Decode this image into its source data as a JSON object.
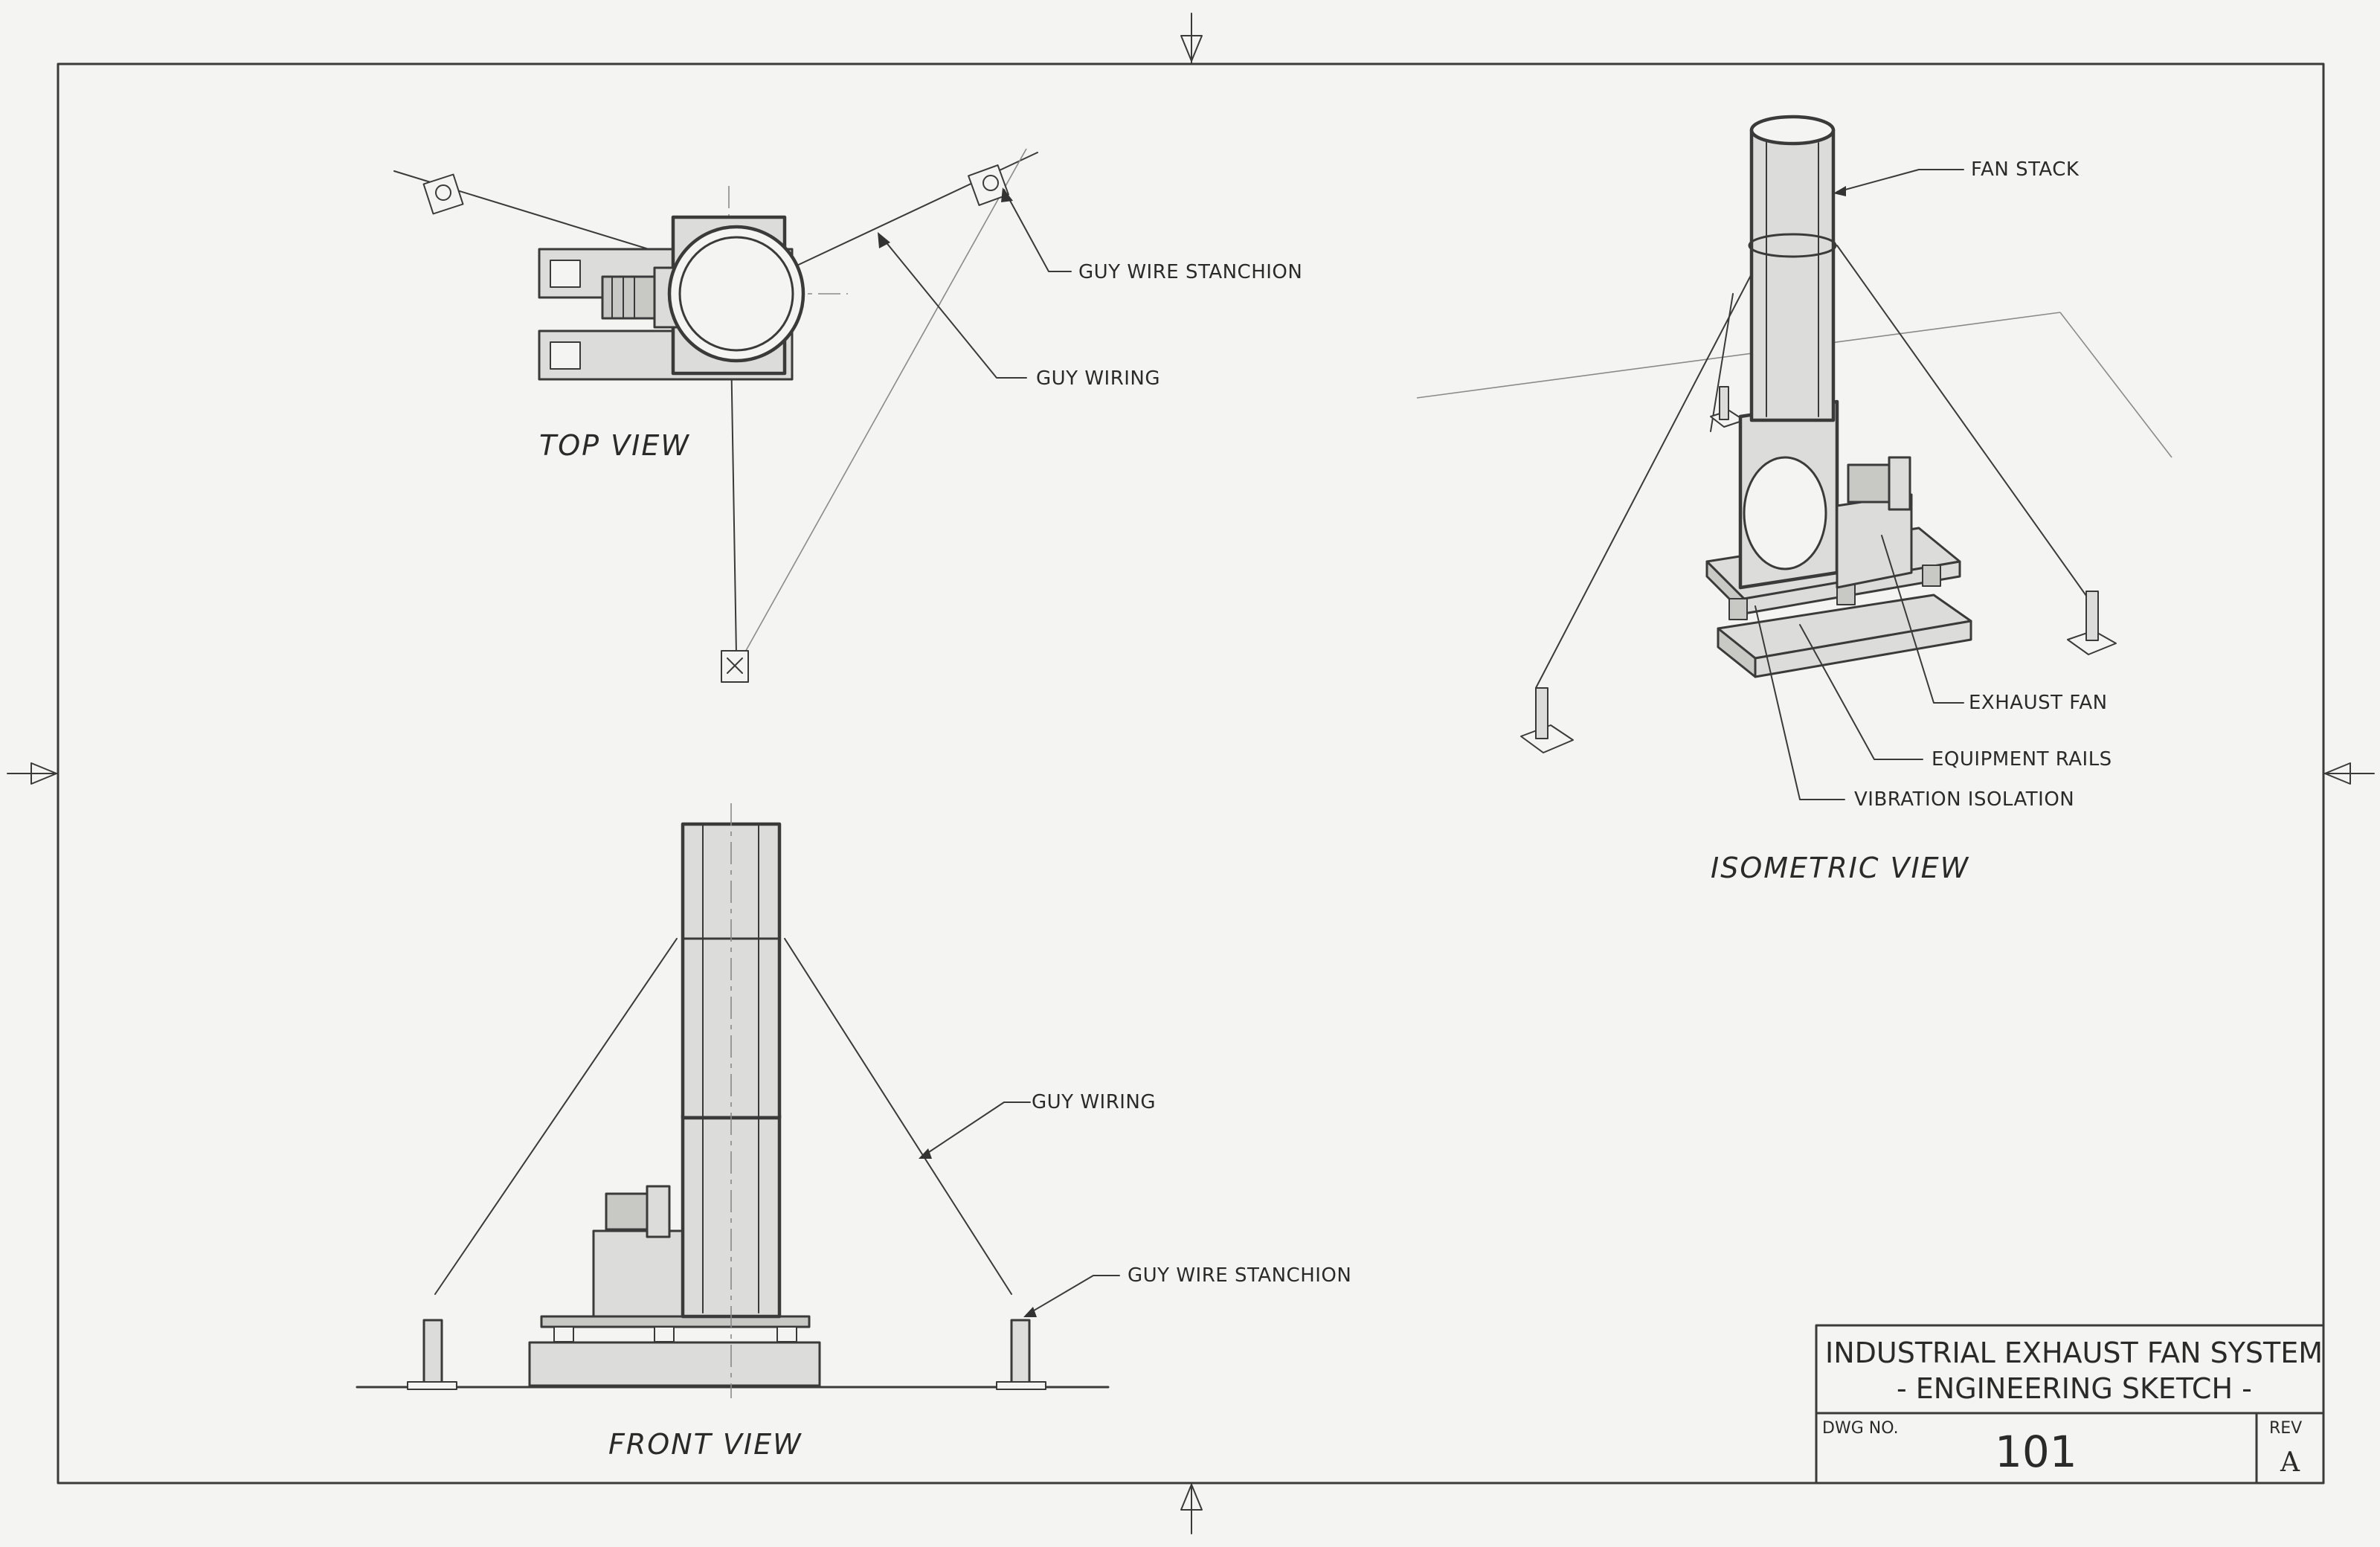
{
  "views": {
    "top": "TOP VIEW",
    "isometric": "ISOMETRIC VIEW",
    "front": "FRONT VIEW"
  },
  "labels": {
    "top_stanchion": "GUY WIRE STANCHION",
    "top_wiring": "GUY WIRING",
    "iso_stack": "FAN STACK",
    "iso_fan": "EXHAUST FAN",
    "iso_rails": "EQUIPMENT RAILS",
    "iso_vibration": "VIBRATION ISOLATION",
    "front_wiring": "GUY WIRING",
    "front_stanchion": "GUY WIRE STANCHION"
  },
  "title_block": {
    "title_line1": "INDUSTRIAL EXHAUST FAN SYSTEM",
    "title_line2": "- ENGINEERING SKETCH -",
    "dwg_label": "DWG NO.",
    "dwg_number": "101",
    "rev_label": "REV",
    "rev_value": "A"
  }
}
